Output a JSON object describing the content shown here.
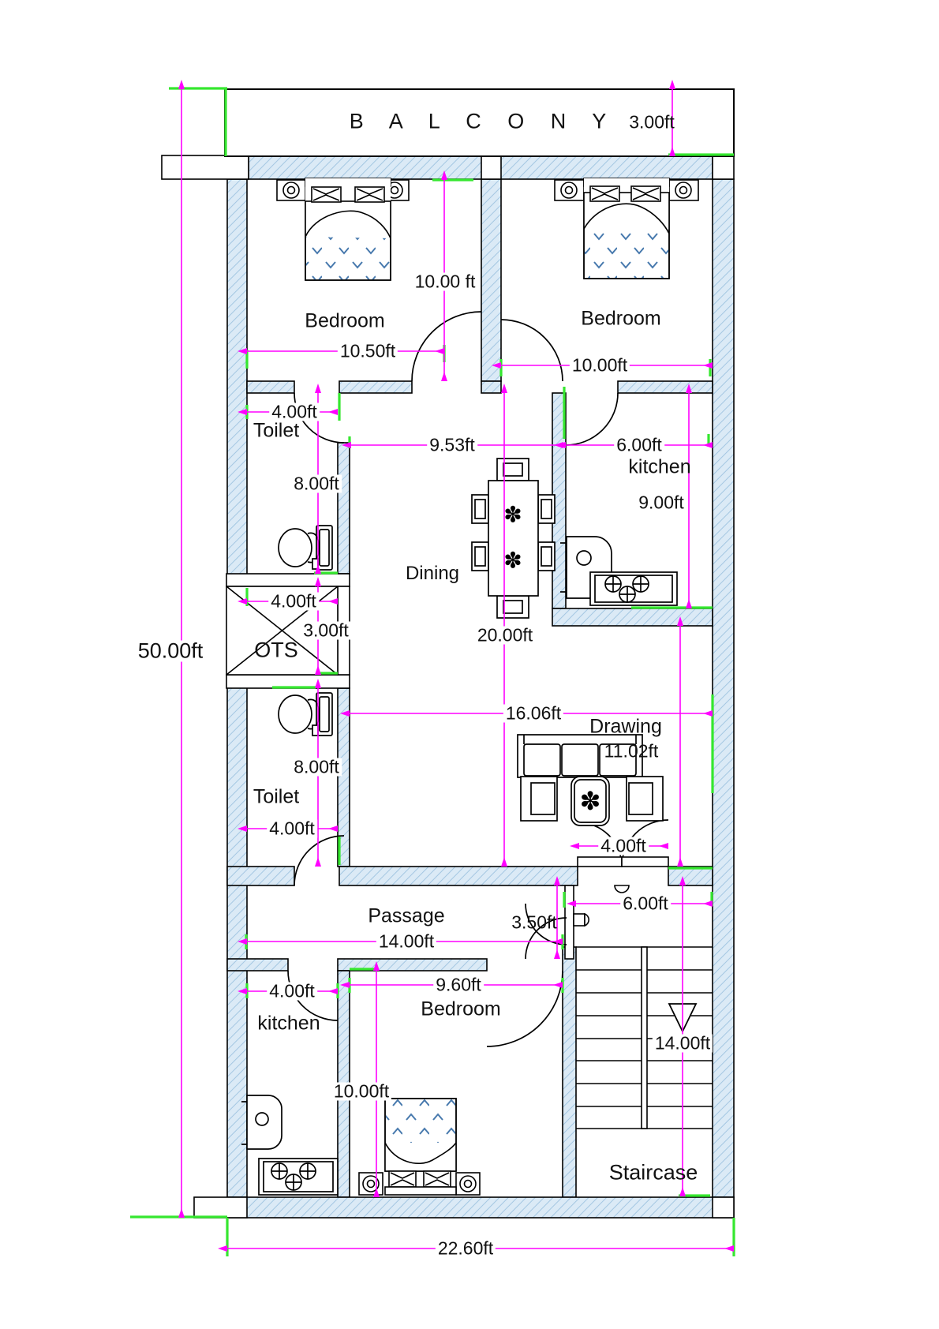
{
  "title": "Residential floor plan",
  "labels": {
    "balcony": "B A L C O N Y",
    "bedroom_top_left": "Bedroom",
    "bedroom_top_right": "Bedroom",
    "toilet_top": "Toilet",
    "kitchen_top": "kitchen",
    "dining": "Dining",
    "ots": "OTS",
    "drawing": "Drawing",
    "toilet_bottom": "Toilet",
    "passage": "Passage",
    "kitchen_bottom": "kitchen",
    "bedroom_bottom": "Bedroom",
    "staircase": "Staircase"
  },
  "dims": {
    "overall_height": "50.00ft",
    "overall_width": "22.60ft",
    "balcony_depth": "3.00ft",
    "bedroom_tl_height": "10.00 ft",
    "bedroom_tl_width": "10.50ft",
    "bedroom_tr_width": "10.00ft",
    "toilet_top_width": "4.00ft",
    "toilet_top_height": "8.00ft",
    "dining_width": "9.53ft",
    "kitchen_top_width": "6.00ft",
    "kitchen_top_height": "9.00ft",
    "ots_width": "4.00ft",
    "ots_height": "3.00ft",
    "hall_height": "20.00ft",
    "drawing_width": "16.06ft",
    "drawing_height": "11.02ft",
    "drawing_door_width": "4.00ft",
    "toilet_bottom_height": "8.00ft",
    "toilet_bottom_door": "4.00ft",
    "passage_width": "14.00ft",
    "passage_height": "3.50ft",
    "stair_hall_width": "6.00ft",
    "staircase_height": "14.00ft",
    "kitchen_bottom_width": "4.00ft",
    "bedroom_bottom_width": "9.60ft",
    "bedroom_bottom_height": "10.00ft"
  },
  "icons": {
    "flower": "✽",
    "plant": "✽"
  },
  "colors": {
    "wall_fill": "#dbeaf6",
    "wall_hatch": "#a4c7e2",
    "outline": "#000000",
    "dimension": "#ff00ff",
    "highlight": "#35e72f",
    "bed_arrow": "#4779ad"
  }
}
